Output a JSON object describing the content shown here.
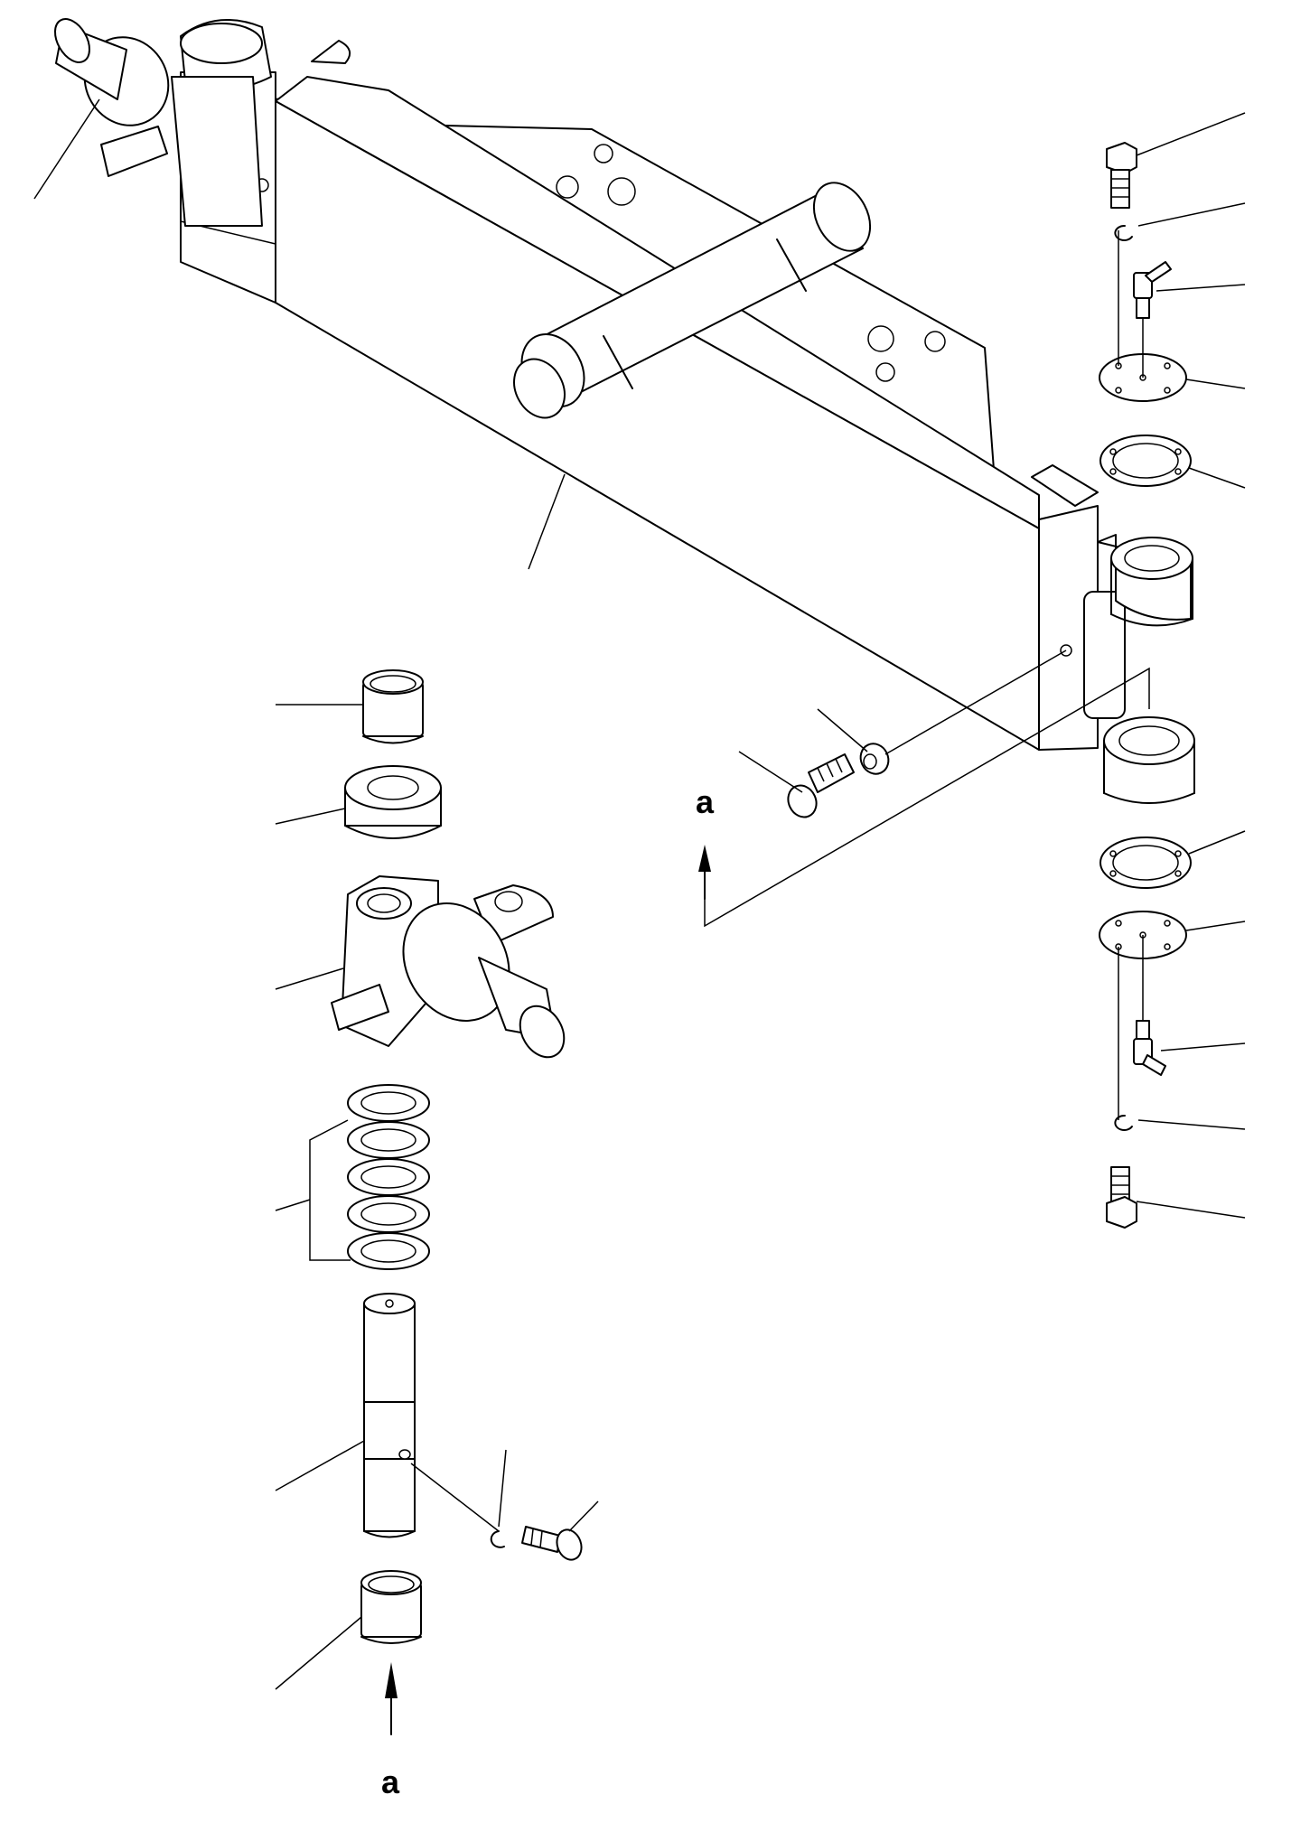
{
  "view_markers": [
    {
      "id": "upper",
      "text": "a"
    },
    {
      "id": "lower",
      "text": "a"
    }
  ]
}
